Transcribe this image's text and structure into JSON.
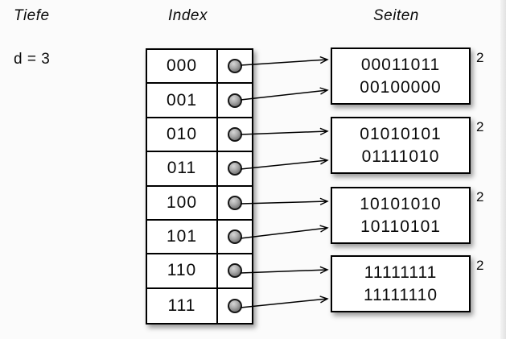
{
  "headers": {
    "depth": "Tiefe",
    "index": "Index",
    "pages": "Seiten"
  },
  "depth": {
    "value": "d = 3"
  },
  "index_table": {
    "rows": [
      {
        "label": "000"
      },
      {
        "label": "001"
      },
      {
        "label": "010"
      },
      {
        "label": "011"
      },
      {
        "label": "100"
      },
      {
        "label": "101"
      },
      {
        "label": "110"
      },
      {
        "label": "111"
      }
    ]
  },
  "pages": [
    {
      "lines": [
        "00011011",
        "00100000"
      ],
      "local_depth": "2"
    },
    {
      "lines": [
        "01010101",
        "01111010"
      ],
      "local_depth": "2"
    },
    {
      "lines": [
        "10101010",
        "10110101"
      ],
      "local_depth": "2"
    },
    {
      "lines": [
        "11111111",
        "11111110"
      ],
      "local_depth": "2"
    }
  ],
  "colors": {
    "background": "#fbfbfb",
    "border": "#000000",
    "page_fill": "#ffffff",
    "dot_fill": "#8a8a8a"
  }
}
